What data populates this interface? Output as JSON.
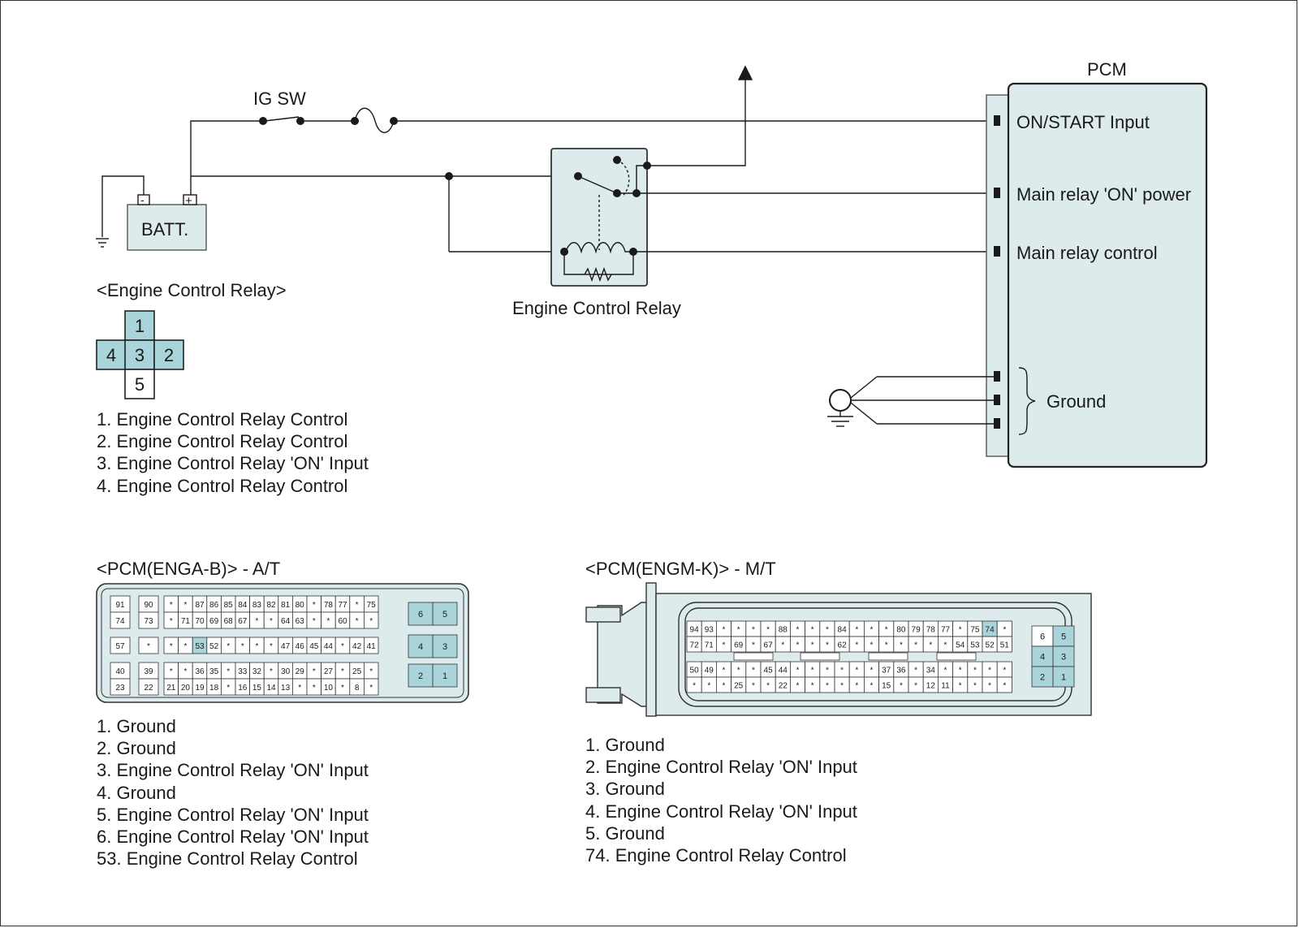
{
  "diagram": {
    "labels": {
      "ig_sw": "IG SW",
      "pcm": "PCM",
      "battery": "BATT.",
      "battery_minus": "-",
      "battery_plus": "+",
      "on_start_input": "ON/START Input",
      "main_relay_on_power": "Main relay 'ON' power",
      "main_relay_control": "Main relay control",
      "ground": "Ground",
      "engine_control_relay": "Engine Control Relay"
    },
    "colors": {
      "fill": "#deebec",
      "highlight": "#a9d4d9",
      "line": "#1a1a1a"
    }
  },
  "relay_connector": {
    "title": "<Engine Control Relay>",
    "pins": [
      "1",
      "4",
      "3",
      "2",
      "5"
    ],
    "legend": [
      "1. Engine Control Relay Control",
      "2. Engine Control Relay Control",
      "3. Engine Control Relay 'ON' Input",
      "4. Engine Control Relay Control"
    ]
  },
  "pcm_at": {
    "title": "<PCM(ENGA-B)> - A/T",
    "side_pins": [
      [
        "91",
        "74"
      ],
      [
        "90",
        "73"
      ],
      [
        "57",
        "*"
      ],
      [
        "40",
        "23"
      ],
      [
        "39",
        "22"
      ]
    ],
    "rows": [
      [
        "*",
        "*",
        "87",
        "86",
        "85",
        "84",
        "83",
        "82",
        "81",
        "80",
        "*",
        "78",
        "77",
        "*",
        "75"
      ],
      [
        "*",
        "71",
        "70",
        "69",
        "68",
        "67",
        "*",
        "*",
        "64",
        "63",
        "*",
        "*",
        "60",
        "*",
        "*"
      ],
      [
        "*",
        "*",
        "53",
        "52",
        "*",
        "*",
        "*",
        "*",
        "47",
        "46",
        "45",
        "44",
        "*",
        "42",
        "41"
      ],
      [
        "*",
        "*",
        "36",
        "35",
        "*",
        "33",
        "32",
        "*",
        "30",
        "29",
        "*",
        "27",
        "*",
        "25",
        "*"
      ],
      [
        "21",
        "20",
        "19",
        "18",
        "*",
        "16",
        "15",
        "14",
        "13",
        "*",
        "*",
        "10",
        "*",
        "8",
        "*"
      ]
    ],
    "right_pins": [
      [
        "6",
        "5"
      ],
      [
        "4",
        "3"
      ],
      [
        "2",
        "1"
      ]
    ],
    "highlight": "53",
    "legend": [
      "1. Ground",
      "2. Ground",
      "3. Engine Control Relay 'ON' Input",
      "4. Ground",
      "5. Engine Control Relay 'ON' Input",
      "6. Engine Control Relay 'ON' Input",
      "53. Engine Control Relay Control"
    ]
  },
  "pcm_mt": {
    "title": "<PCM(ENGM-K)> - M/T",
    "rows": [
      [
        "94",
        "93",
        "*",
        "*",
        "*",
        "*",
        "88",
        "*",
        "*",
        "*",
        "84",
        "*",
        "*",
        "*",
        "80",
        "79",
        "78",
        "77",
        "*",
        "75",
        "74",
        "*"
      ],
      [
        "72",
        "71",
        "*",
        "69",
        "*",
        "67",
        "*",
        "*",
        "*",
        "*",
        "62",
        "*",
        "*",
        "*",
        "*",
        "*",
        "*",
        "*",
        "54",
        "53",
        "52",
        "51"
      ],
      [
        "50",
        "49",
        "*",
        "*",
        "*",
        "45",
        "44",
        "*",
        "*",
        "*",
        "*",
        "*",
        "*",
        "37",
        "36",
        "*",
        "34",
        "*",
        "*",
        "*",
        "*",
        "*"
      ],
      [
        "*",
        "*",
        "*",
        "25",
        "*",
        "*",
        "22",
        "*",
        "*",
        "*",
        "*",
        "*",
        "*",
        "15",
        "*",
        "*",
        "12",
        "11",
        "*",
        "*",
        "*",
        "*"
      ]
    ],
    "right_pins": [
      [
        "6",
        "5"
      ],
      [
        "4",
        "3"
      ],
      [
        "2",
        "1"
      ]
    ],
    "highlight": "74",
    "legend": [
      "1. Ground",
      "2. Engine Control Relay 'ON' Input",
      "3. Ground",
      "4. Engine Control Relay 'ON' Input",
      "5. Ground",
      "74. Engine Control Relay Control"
    ]
  }
}
